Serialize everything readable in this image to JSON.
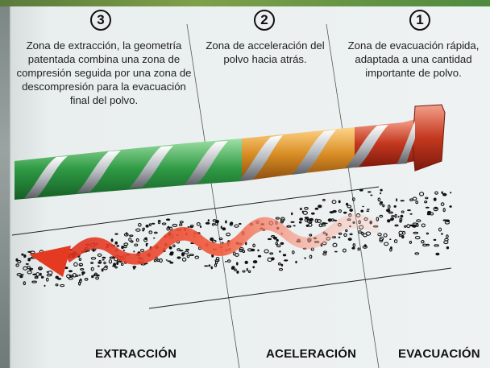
{
  "zones": [
    {
      "number": "3",
      "description": "Zona de extracción, la geometría patentada combina una zona de compresión seguida por una zona de descompresión para la evacuación final del polvo.",
      "label": "EXTRACCIÓN"
    },
    {
      "number": "2",
      "description": "Zona de acceleración del polvo hacia atrás.",
      "label": "ACELERACIÓN"
    },
    {
      "number": "1",
      "description": "Zona de evacuación rápida, adaptada a una cantidad importante de polvo.",
      "label": "EVACUACIÓN"
    }
  ],
  "colors": {
    "extraction_zone": "#3a9a4a",
    "acceleration_zone": "#d48a2a",
    "evacuation_zone": "#c0341f",
    "airflow_arrow": "#e0301e"
  }
}
